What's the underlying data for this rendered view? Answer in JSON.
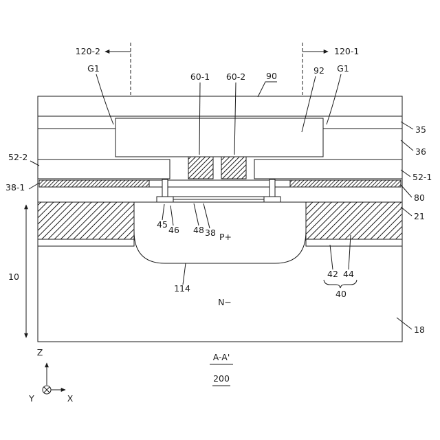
{
  "colors": {
    "line": "#1a1a1a",
    "background": "#ffffff"
  },
  "markers": {
    "left": "120-2",
    "right": "120-1"
  },
  "labels": {
    "g1_left": "G1",
    "g1_right": "G1",
    "n60_1": "60-1",
    "n60_2": "60-2",
    "n90": "90",
    "n92": "92",
    "n35": "35",
    "n36": "36",
    "n52_2": "52-2",
    "n52_1": "52-1",
    "n38_1": "38-1",
    "n80": "80",
    "n21": "21",
    "n45": "45",
    "n46": "46",
    "n48": "48",
    "n38": "38",
    "n42": "42",
    "n44": "44",
    "n40": "40",
    "n114": "114",
    "n10": "10",
    "n18": "18",
    "p_region": "P+",
    "n_region": "N−"
  },
  "axes": {
    "z": "Z",
    "y": "Y",
    "x": "X"
  },
  "footer": {
    "section": "A-A'",
    "figure": "200"
  }
}
